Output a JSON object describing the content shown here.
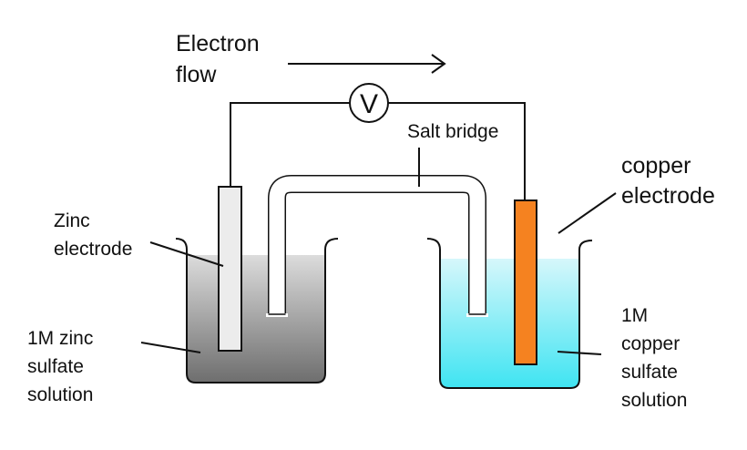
{
  "labels": {
    "electron_flow": [
      "Electron",
      "flow"
    ],
    "voltmeter": "V",
    "salt_bridge": "Salt bridge",
    "copper_electrode": [
      "copper",
      "electrode"
    ],
    "zinc_electrode": [
      "Zinc",
      "electrode"
    ],
    "zinc_solution": [
      "1M zinc",
      "sulfate",
      "solution"
    ],
    "copper_solution": [
      "1M",
      "copper",
      "sulfate",
      "solution"
    ]
  },
  "colors": {
    "zinc_solution_top": "#dcdcdc",
    "zinc_solution_bottom": "#6e6e6e",
    "copper_solution_top": "#d6f7fb",
    "copper_solution_bottom": "#3fe4f2",
    "zinc_electrode": "#ececec",
    "copper_electrode": "#f58220",
    "outline": "#111111"
  }
}
